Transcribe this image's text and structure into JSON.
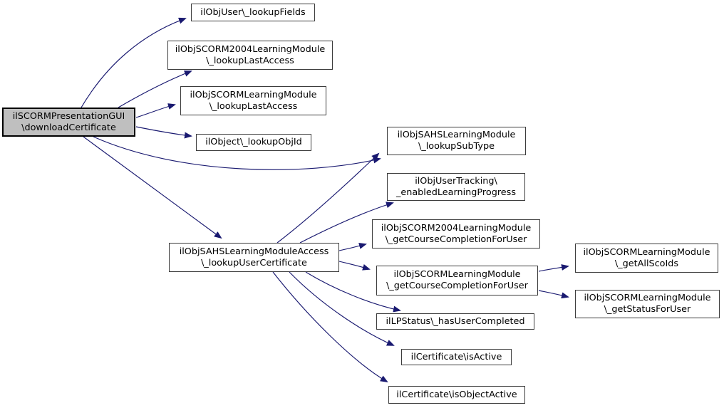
{
  "graph": {
    "type": "doxygen-call-graph",
    "direction": "left-to-right",
    "root": "main"
  },
  "colors": {
    "background": "#ffffff",
    "edge": "#191970",
    "node_fill": "#ffffff",
    "node_border": "#3c3c3c",
    "highlight_fill": "#bfbfbf",
    "text": "#000000"
  },
  "nodes": {
    "main": {
      "lines": [
        "ilSCORMPresentationGUI",
        "\\downloadCertificate"
      ],
      "highlighted": true
    },
    "lookup_fields": {
      "lines": [
        "ilObjUser\\_lookupFields"
      ],
      "highlighted": false
    },
    "scorm2004_last_access": {
      "lines": [
        "ilObjSCORM2004LearningModule",
        "\\_lookupLastAccess"
      ],
      "highlighted": false
    },
    "scorm_last_access": {
      "lines": [
        "ilObjSCORMLearningModule",
        "\\_lookupLastAccess"
      ],
      "highlighted": false
    },
    "lookup_obj_id": {
      "lines": [
        "ilObject\\_lookupObjId"
      ],
      "highlighted": false
    },
    "sahs_access": {
      "lines": [
        "ilObjSAHSLearningModuleAccess",
        "\\_lookupUserCertificate"
      ],
      "highlighted": false
    },
    "lookup_sub_type": {
      "lines": [
        "ilObjSAHSLearningModule",
        "\\_lookupSubType"
      ],
      "highlighted": false
    },
    "enabled_lp": {
      "lines": [
        "ilObjUserTracking\\",
        "_enabledLearningProgress"
      ],
      "highlighted": false
    },
    "scorm2004_completion": {
      "lines": [
        "ilObjSCORM2004LearningModule",
        "\\_getCourseCompletionForUser"
      ],
      "highlighted": false
    },
    "scorm_completion": {
      "lines": [
        "ilObjSCORMLearningModule",
        "\\_getCourseCompletionForUser"
      ],
      "highlighted": false
    },
    "has_user_completed": {
      "lines": [
        "ilLPStatus\\_hasUserCompleted"
      ],
      "highlighted": false
    },
    "is_active": {
      "lines": [
        "ilCertificate\\isActive"
      ],
      "highlighted": false
    },
    "is_object_active": {
      "lines": [
        "ilCertificate\\isObjectActive"
      ],
      "highlighted": false
    },
    "get_all_sco_ids": {
      "lines": [
        "ilObjSCORMLearningModule",
        "\\_getAllScoIds"
      ],
      "highlighted": false
    },
    "get_status_for_user": {
      "lines": [
        "ilObjSCORMLearningModule",
        "\\_getStatusForUser"
      ],
      "highlighted": false
    }
  },
  "edges": [
    {
      "from": "main",
      "to": "lookup_fields"
    },
    {
      "from": "main",
      "to": "scorm2004_last_access"
    },
    {
      "from": "main",
      "to": "scorm_last_access"
    },
    {
      "from": "main",
      "to": "lookup_obj_id"
    },
    {
      "from": "main",
      "to": "lookup_sub_type"
    },
    {
      "from": "main",
      "to": "sahs_access"
    },
    {
      "from": "sahs_access",
      "to": "lookup_sub_type"
    },
    {
      "from": "sahs_access",
      "to": "enabled_lp"
    },
    {
      "from": "sahs_access",
      "to": "scorm2004_completion"
    },
    {
      "from": "sahs_access",
      "to": "scorm_completion"
    },
    {
      "from": "sahs_access",
      "to": "has_user_completed"
    },
    {
      "from": "sahs_access",
      "to": "is_active"
    },
    {
      "from": "sahs_access",
      "to": "is_object_active"
    },
    {
      "from": "scorm_completion",
      "to": "get_all_sco_ids"
    },
    {
      "from": "scorm_completion",
      "to": "get_status_for_user"
    }
  ]
}
